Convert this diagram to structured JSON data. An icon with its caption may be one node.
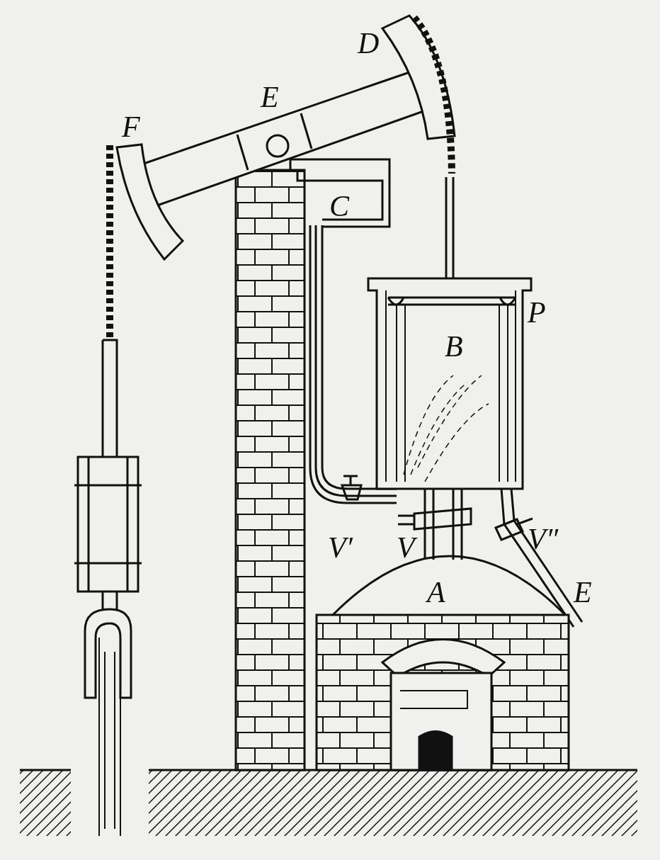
{
  "diagram": {
    "labels": [
      "D",
      "E",
      "F",
      "C",
      "P",
      "B",
      "V′",
      "V",
      "V″",
      "A",
      "E"
    ]
  }
}
